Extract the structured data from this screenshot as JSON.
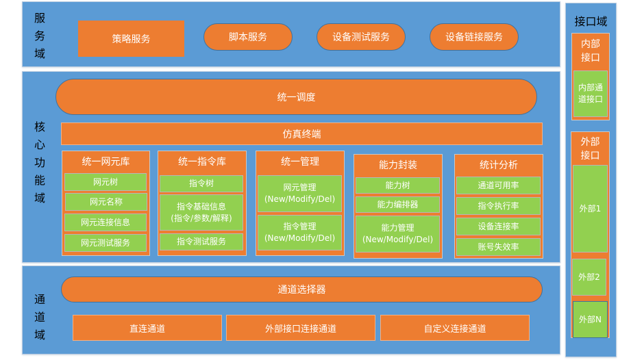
{
  "service_domain": {
    "label_chars": [
      "服",
      "务",
      "域"
    ],
    "items": [
      "策略服务",
      "脚本服务",
      "设备测试服务",
      "设备链接服务"
    ]
  },
  "core_domain": {
    "label_chars": [
      "核",
      "心",
      "功",
      "能",
      "域"
    ],
    "scheduler": "统一调度",
    "terminal": "仿真终端",
    "columns": [
      {
        "title": "统一网元库",
        "items": [
          "网元树",
          "网元名称",
          "网元连接信息",
          "网元测试服务"
        ]
      },
      {
        "title": "统一指令库",
        "items": [
          "指令树",
          "指令基础信息\n(指令/参数/解释)",
          "指令测试服务"
        ]
      },
      {
        "title": "统一管理",
        "items": [
          "网元管理\n(New/Modify/Del)",
          "指令管理\n(New/Modify/Del)"
        ]
      },
      {
        "title": "能力封装",
        "items": [
          "能力树",
          "能力编排器",
          "能力管理\n(New/Modify/Del)"
        ]
      },
      {
        "title": "统计分析",
        "items": [
          "通道可用率",
          "指令执行率",
          "设备连接率",
          "账号失效率"
        ]
      }
    ]
  },
  "channel_domain": {
    "label_chars": [
      "通",
      "道",
      "域"
    ],
    "selector": "通道选择器",
    "channels": [
      "直连通道",
      "外部接口连接通道",
      "自定义连接通道"
    ]
  },
  "interface_domain": {
    "title": "接口域",
    "internal": {
      "title_lines": [
        "内部",
        "接口"
      ],
      "items": [
        "内部通\n道接口"
      ]
    },
    "external": {
      "title_lines": [
        "外部",
        "接口"
      ],
      "items": [
        "外部1",
        "外部2",
        "外部N"
      ]
    }
  }
}
